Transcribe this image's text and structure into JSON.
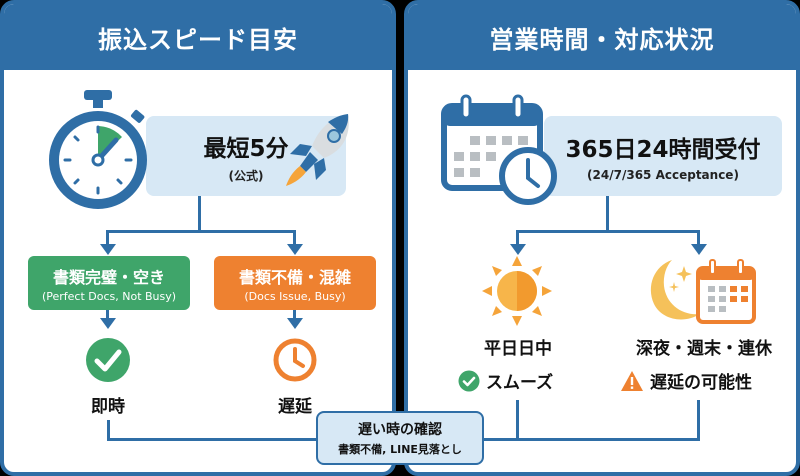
{
  "left_panel": {
    "title": "振込スピード目安",
    "hero": {
      "main": "最短5分",
      "sub": "(公式)",
      "icons": [
        "stopwatch-icon",
        "rocket-icon"
      ]
    },
    "branches": [
      {
        "title": "書類完璧・空き",
        "subtitle": "(Perfect Docs, Not Busy)",
        "color": "#3fa56a",
        "result_icon": "check-circle-icon",
        "result": "即時"
      },
      {
        "title": "書類不備・混雑",
        "subtitle": "(Docs Issue, Busy)",
        "color": "#ee8130",
        "result_icon": "clock-icon",
        "result": "遅延"
      }
    ]
  },
  "right_panel": {
    "title": "営業時間・対応状況",
    "hero": {
      "main": "365日24時間受付",
      "sub": "(24/7/365 Acceptance)",
      "icons": [
        "calendar-clock-icon"
      ]
    },
    "branches": [
      {
        "icon": "sun-icon",
        "label": "平日日中",
        "status_icon": "check-circle-icon",
        "status": "スムーズ",
        "status_color": "#3fa56a"
      },
      {
        "icon": "moon-calendar-icon",
        "label": "深夜・週末・連休",
        "status_icon": "warning-icon",
        "status": "遅延の可能性",
        "status_color": "#ee8130"
      }
    ]
  },
  "note": {
    "title": "遅い時の確認",
    "detail": "書類不備, LINE見落とし"
  },
  "colors": {
    "primary": "#2f6ea6",
    "light": "#d7e8f5",
    "green": "#3fa56a",
    "orange": "#ee8130",
    "sun": "#f5a43a",
    "moon": "#f5c15a"
  }
}
